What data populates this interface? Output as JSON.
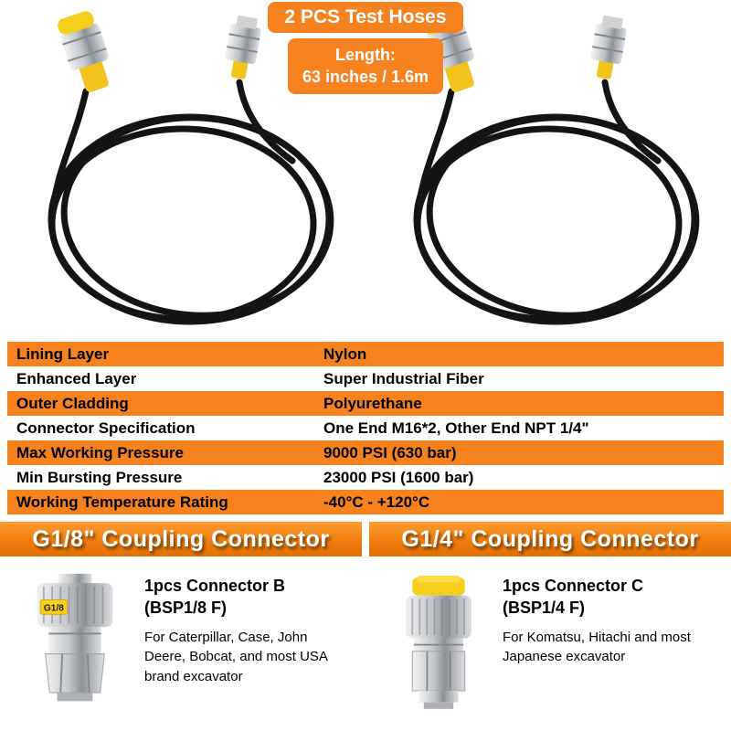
{
  "header": {
    "title": "2 PCS Test Hoses",
    "length_label": "Length:",
    "length_value": "63 inches / 1.6m"
  },
  "spec_table": {
    "rows": [
      {
        "label": "Lining Layer",
        "value": "Nylon"
      },
      {
        "label": "Enhanced Layer",
        "value": "Super Industrial Fiber"
      },
      {
        "label": "Outer Cladding",
        "value": "Polyurethane"
      },
      {
        "label": "Connector Specification",
        "value": "One End M16*2, Other End NPT 1/4\""
      },
      {
        "label": "Max Working Pressure",
        "value": "9000 PSI (630 bar)"
      },
      {
        "label": "Min Bursting Pressure",
        "value": "23000 PSI (1600 bar)"
      },
      {
        "label": "Working Temperature Rating",
        "value": "-40°C - +120°C"
      }
    ]
  },
  "connectors": [
    {
      "header": "G1/8\" Coupling Connector",
      "name": "1pcs Connector B\n(BSP1/8 F)",
      "description": "For Caterpillar, Case, John Deere, Bobcat, and most USA brand excavator",
      "tag": "G1/8"
    },
    {
      "header": "G1/4\" Coupling Connector",
      "name": "1pcs Connector C\n(BSP1/4 F)",
      "description": "For Komatsu, Hitachi and most Japanese excavator"
    }
  ],
  "colors": {
    "accent_orange": "#f5821f",
    "banner_orange_dark": "#e06f05",
    "hose_black": "#141414",
    "fitting_yellow": "#f2c31c",
    "metal_gray": "#b9bcc0"
  }
}
